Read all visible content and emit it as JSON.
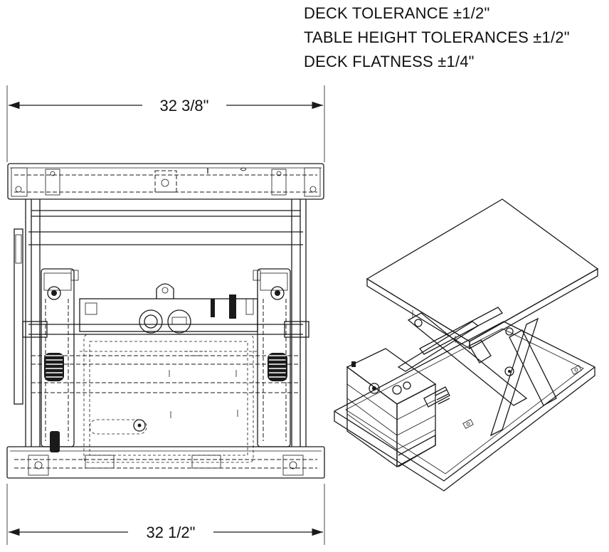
{
  "tolerances": [
    {
      "label": "DECK TOLERANCE",
      "value": "±1/2\""
    },
    {
      "label": "TABLE HEIGHT TOLERANCES",
      "value": "±1/2\""
    },
    {
      "label": "DECK FLATNESS",
      "value": "±1/4\""
    }
  ],
  "dimensions": {
    "top_width": "32 3/8\"",
    "bottom_width": "32 1/2\""
  },
  "colors": {
    "line": "#1a1a1a",
    "background": "#ffffff",
    "shade_light": "#e9e9e9",
    "shade_mid": "#cfcfcf"
  }
}
